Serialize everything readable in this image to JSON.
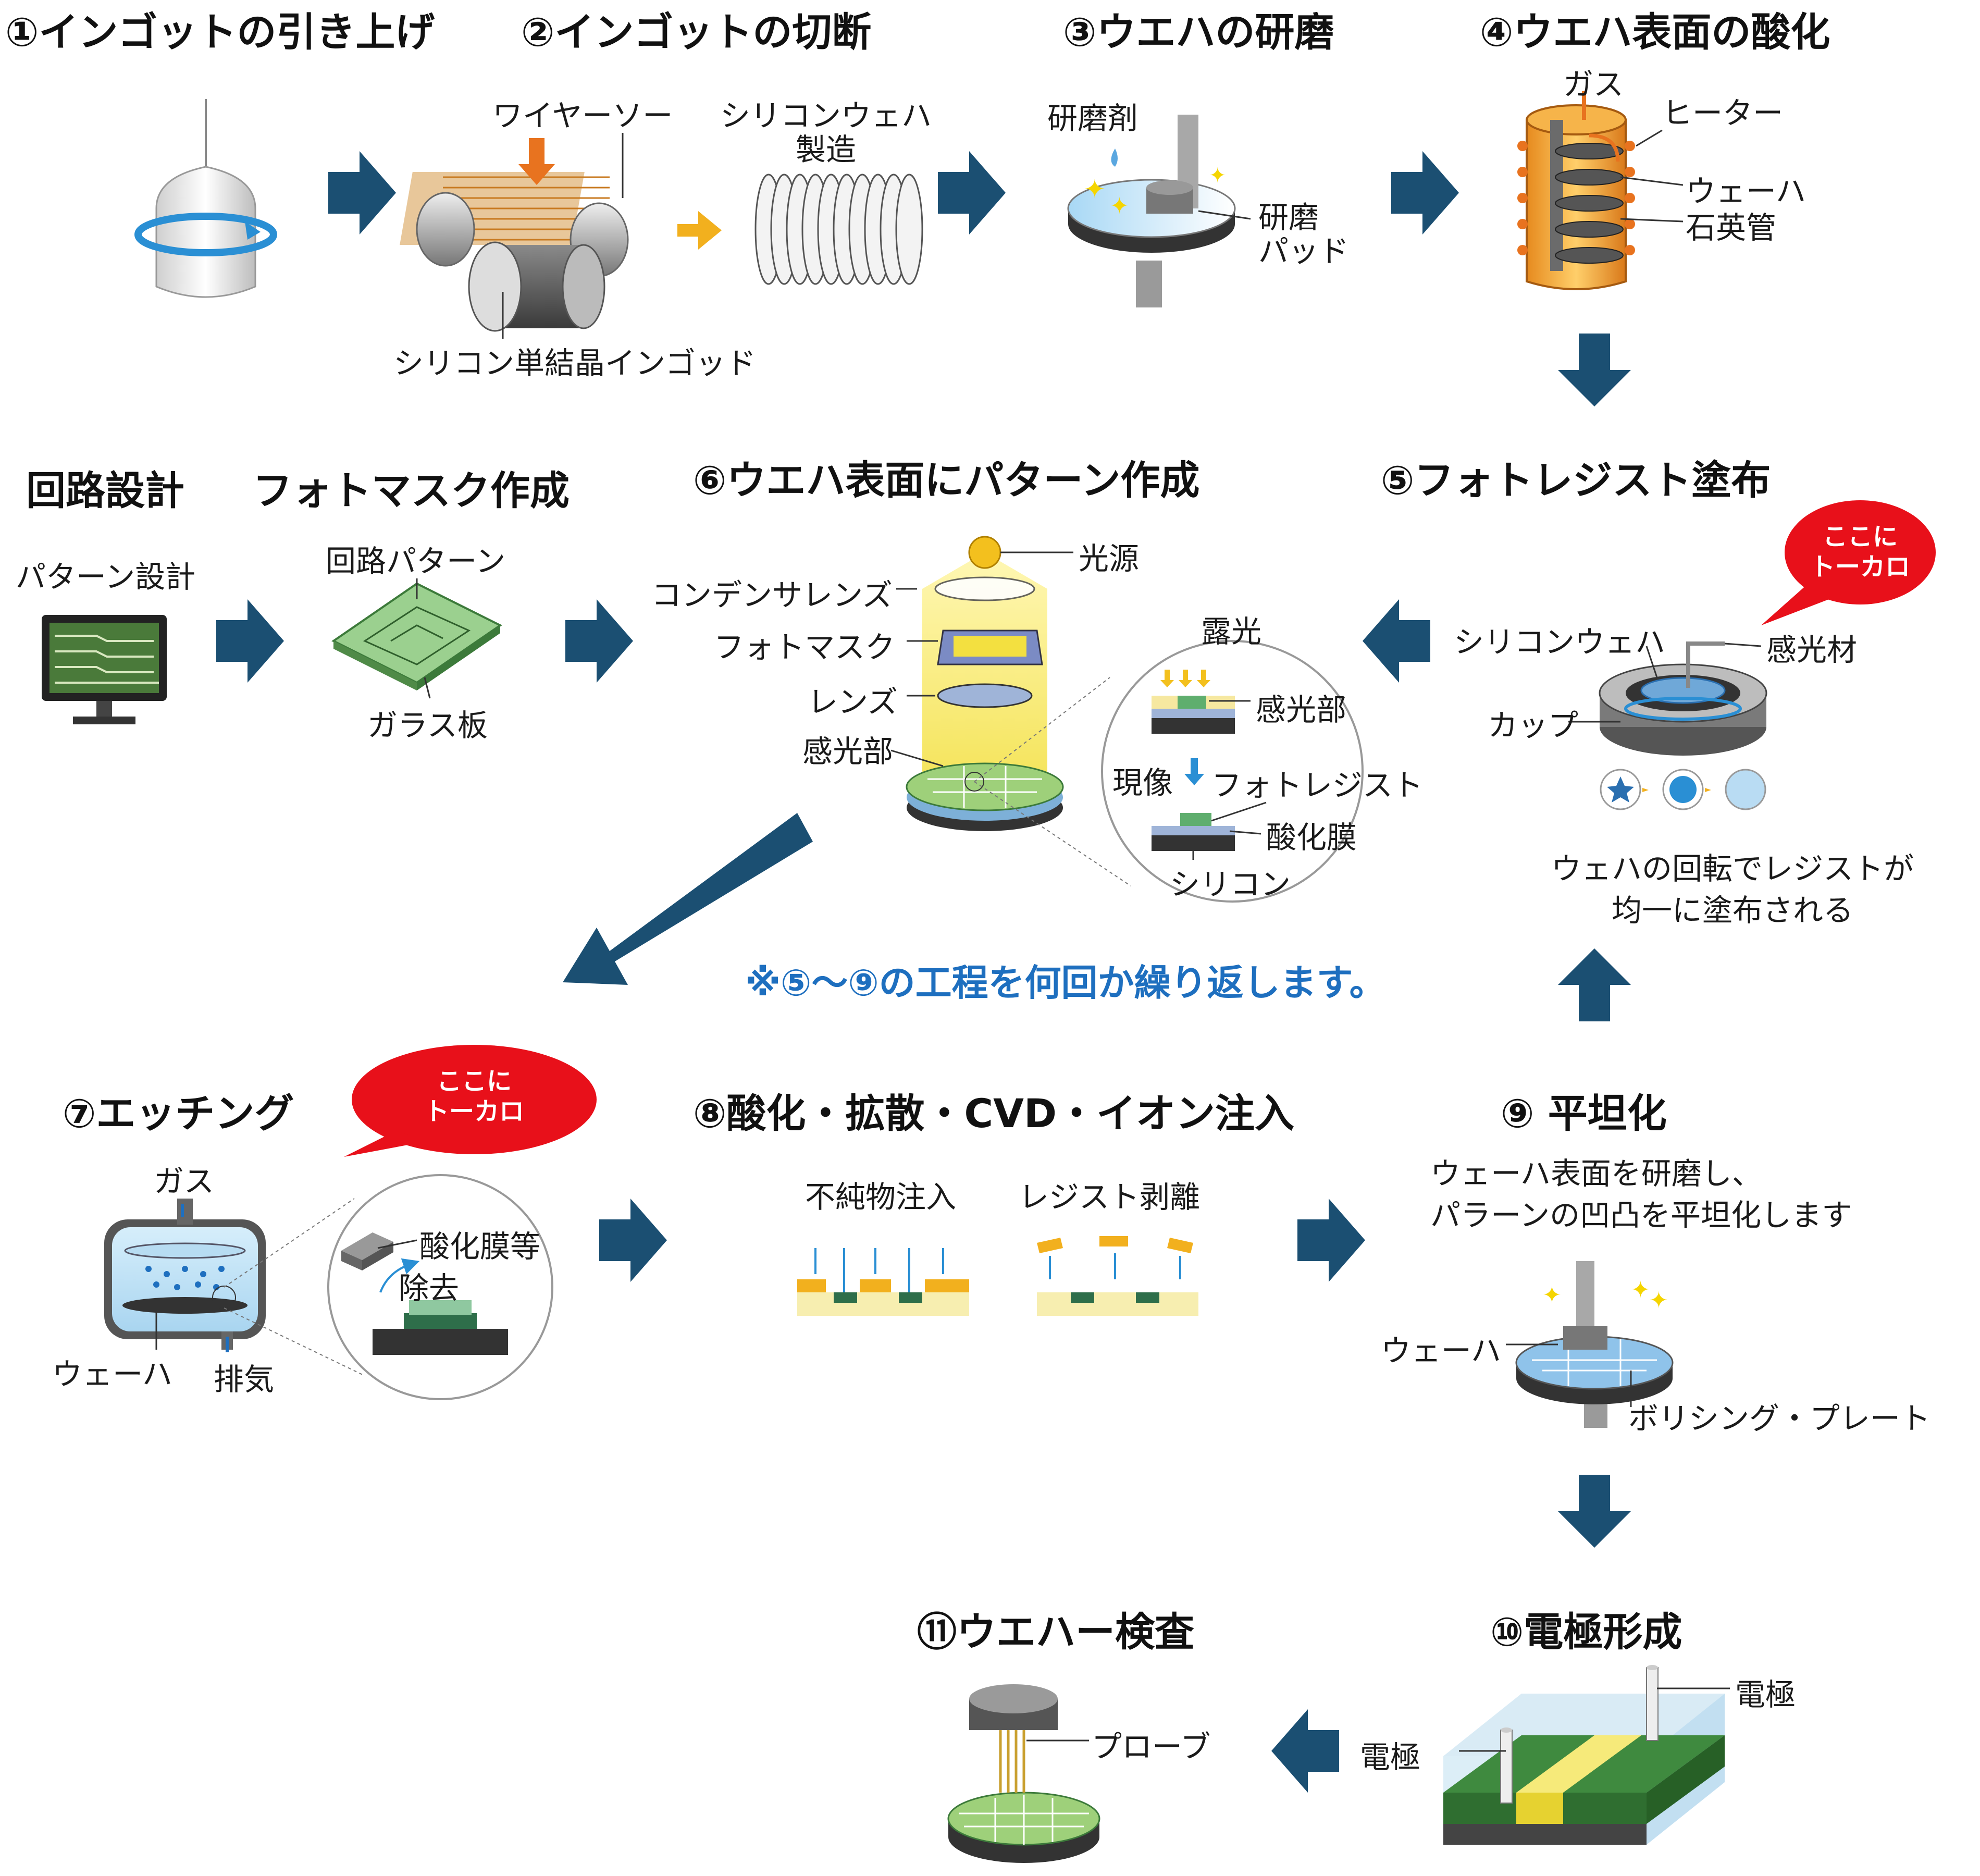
{
  "steps": {
    "s1": "①インゴットの引き上げ",
    "s2": "②インゴットの切断",
    "s3": "③ウエハの研磨",
    "s4": "④ウエハ表面の酸化",
    "s5": "⑤フォトレジスト塗布",
    "s6": "⑥ウエハ表面にパターン作成",
    "s7": "⑦エッチング",
    "s8": "⑧酸化・拡散・CVD・イオン注入",
    "s9": "⑨ 平坦化",
    "s10": "⑩電極形成",
    "s11": "⑪ウエハー検査",
    "circuit": "回路設計",
    "photomask": "フォトマスク作成"
  },
  "labels": {
    "wire_saw": "ワイヤーソー",
    "wafer_made_1": "シリコンウェハ",
    "wafer_made_2": "製造",
    "ingot": "シリコン単結晶インゴッド",
    "abrasive": "研磨剤",
    "pad_1": "研磨",
    "pad_2": "パッド",
    "gas": "ガス",
    "heater": "ヒーター",
    "wafer": "ウェーハ",
    "quartz": "石英管",
    "pattern_design": "パターン設計",
    "circuit_pattern": "回路パターン",
    "glass_plate": "ガラス板",
    "light_source": "光源",
    "condenser": "コンデンサレンズ",
    "photomask": "フォトマスク",
    "lens": "レンズ",
    "photo_part": "感光部",
    "exposure": "露光",
    "photo_part2": "感光部",
    "develop": "現像",
    "photoresist": "フォトレジスト",
    "oxide": "酸化膜",
    "silicon": "シリコン",
    "si_wafer": "シリコンウェハ",
    "sensitizer": "感光材",
    "cup": "カップ",
    "spin_1": "ウェハの回転でレジストが",
    "spin_2": "均一に塗布される",
    "gas7": "ガス",
    "oxide_etc": "酸化膜等",
    "removal": "除去",
    "wafer7": "ウェーハ",
    "exhaust": "排気",
    "impurity": "不純物注入",
    "resist_strip": "レジスト剥離",
    "planar_1": "ウェーハ表面を研磨し、",
    "planar_2": "パラーンの凹凸を平坦化します",
    "wafer9": "ウェーハ",
    "polish_plate": "ボリシング・プレート",
    "electrode_a": "電極",
    "electrode_b": "電極",
    "probe": "プローブ"
  },
  "note": "※⑤～⑨の工程を何回か繰り返します。",
  "bubbles": {
    "b1_line1": "ここに",
    "b1_line2": "トーカロ",
    "b2_line1": "ここに",
    "b2_line2": "トーカロ"
  },
  "colors": {
    "arrow": "#1b4f72",
    "bubble": "#e8101a",
    "note": "#1e6fbf",
    "green": "#5fae6e",
    "orange": "#f29a2e",
    "yellow": "#f6e24a"
  }
}
